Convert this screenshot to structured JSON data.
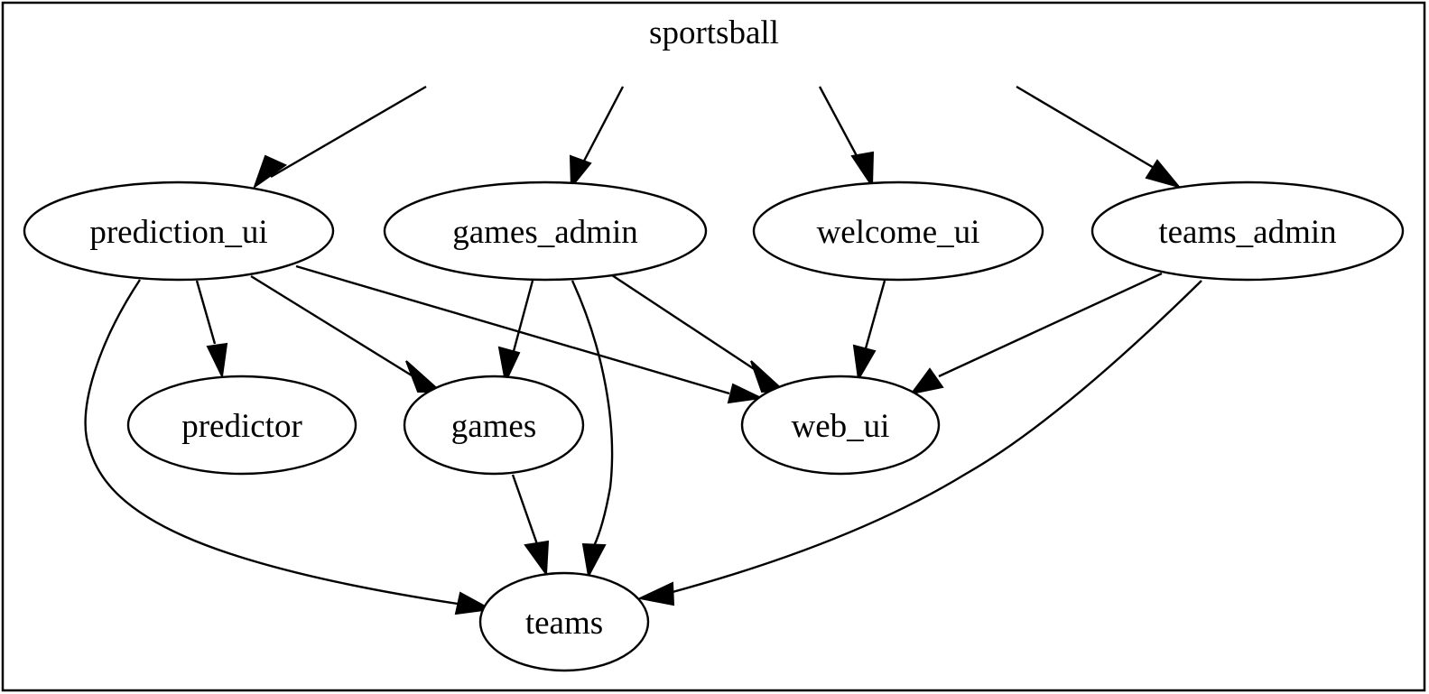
{
  "graph": {
    "title": "sportsball",
    "nodes": {
      "prediction_ui": "prediction_ui",
      "games_admin": "games_admin",
      "welcome_ui": "welcome_ui",
      "teams_admin": "teams_admin",
      "predictor": "predictor",
      "games": "games",
      "web_ui": "web_ui",
      "teams": "teams"
    },
    "edges": [
      {
        "from": "",
        "to": "prediction_ui"
      },
      {
        "from": "",
        "to": "games_admin"
      },
      {
        "from": "",
        "to": "welcome_ui"
      },
      {
        "from": "",
        "to": "teams_admin"
      },
      {
        "from": "prediction_ui",
        "to": "predictor"
      },
      {
        "from": "prediction_ui",
        "to": "games"
      },
      {
        "from": "prediction_ui",
        "to": "web_ui"
      },
      {
        "from": "prediction_ui",
        "to": "teams"
      },
      {
        "from": "games_admin",
        "to": "games"
      },
      {
        "from": "games_admin",
        "to": "web_ui"
      },
      {
        "from": "games_admin",
        "to": "teams"
      },
      {
        "from": "welcome_ui",
        "to": "web_ui"
      },
      {
        "from": "teams_admin",
        "to": "web_ui"
      },
      {
        "from": "teams_admin",
        "to": "teams"
      },
      {
        "from": "games",
        "to": "teams"
      }
    ]
  }
}
